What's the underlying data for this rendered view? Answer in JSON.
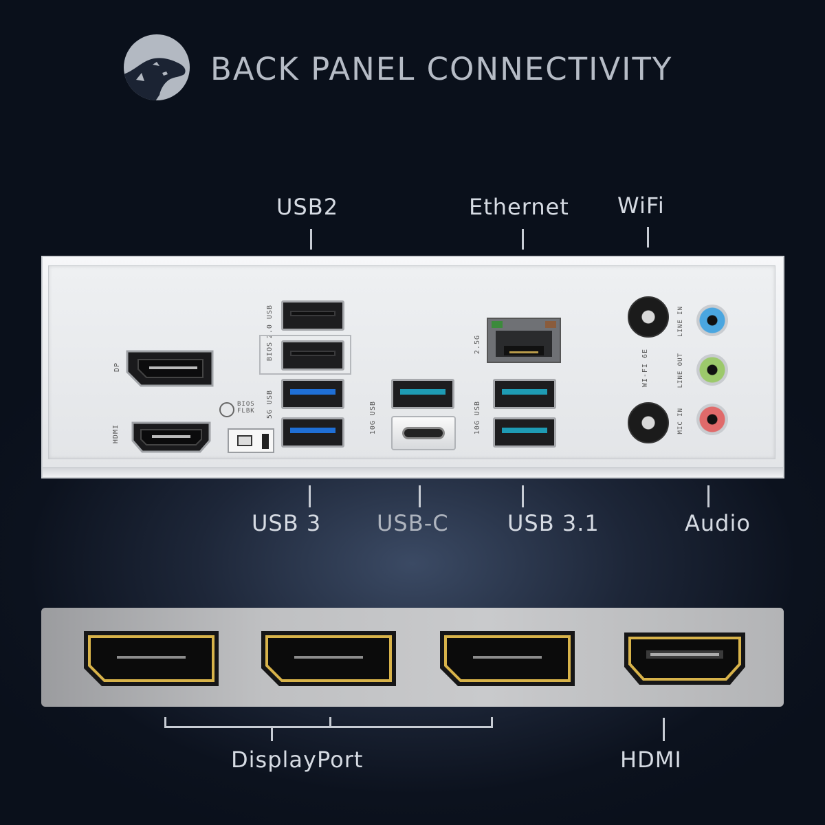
{
  "header": {
    "title": "BACK PANEL CONNECTIVITY",
    "logo_icon": "dinosaur-head-icon"
  },
  "callouts_top": {
    "usb2": "USB2",
    "ethernet": "Ethernet",
    "wifi": "WiFi"
  },
  "callouts_bottom": {
    "usb3": "USB 3",
    "usbc": "USB-C",
    "usb31": "USB 3.1",
    "audio": "Audio"
  },
  "io_silkscreen": {
    "dp": "DP",
    "hdmi": "HDMI",
    "usb2": "2.0 USB",
    "bios": "BIOS",
    "usb5g": "5G USB",
    "bios_flbk": "BIOS FLBK",
    "usbc_10g": "10G USB",
    "lan": "2.5G",
    "usb_10g": "10G USB",
    "wifi": "WI-FI 6E",
    "line_in": "LINE IN",
    "line_out": "LINE OUT",
    "mic_in": "MIC IN"
  },
  "display_labels": {
    "displayport": "DisplayPort",
    "hdmi": "HDMI"
  },
  "colors": {
    "usb3_blue": "#1f6fd6",
    "usb31_teal": "#1e9bb4",
    "line_in": "#4aa6e0",
    "line_out": "#9cc96b",
    "mic_in": "#e06a6a",
    "gold": "#d8b34a"
  }
}
